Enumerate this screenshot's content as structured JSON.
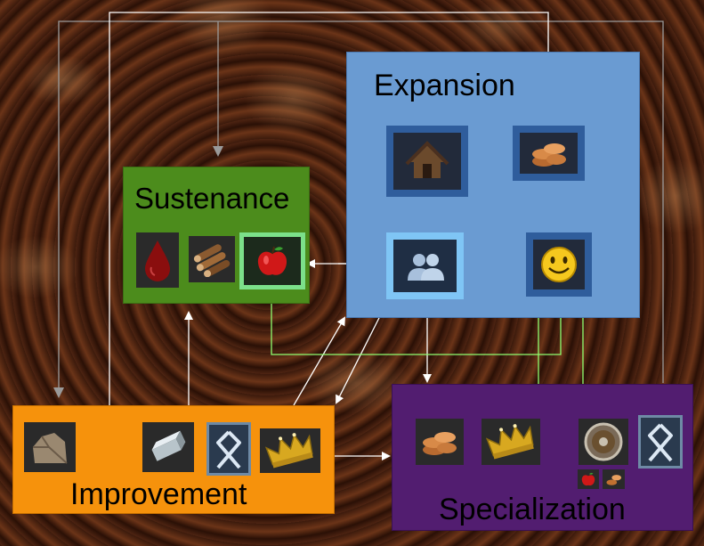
{
  "diagram": {
    "background": "carved-wood-knotwork",
    "panels": {
      "expansion": {
        "title": "Expansion",
        "color": "#6a9bd2"
      },
      "sustenance": {
        "title": "Sustenance",
        "color": "#4c8c1c"
      },
      "improvement": {
        "title": "Improvement",
        "color": "#f6920c"
      },
      "specialization": {
        "title": "Specialization",
        "color": "#521d70"
      }
    },
    "icons": {
      "expansion": [
        "house-icon",
        "coins-icon",
        "people-icon",
        "happy-face-icon"
      ],
      "sustenance": [
        "blood-drop-icon",
        "wood-logs-icon",
        "apple-icon"
      ],
      "improvement": [
        "stone-icon",
        "metal-ingot-icon",
        "rune-icon",
        "crown-icon"
      ],
      "specialization": [
        "coins-icon",
        "crown-icon",
        "shield-icon",
        "rune-icon",
        "small-apple-icon",
        "small-coins-icon"
      ]
    },
    "connector_colors": {
      "white": "#ffffff",
      "gray": "#9a9a9a",
      "green": "#8fff70"
    }
  }
}
